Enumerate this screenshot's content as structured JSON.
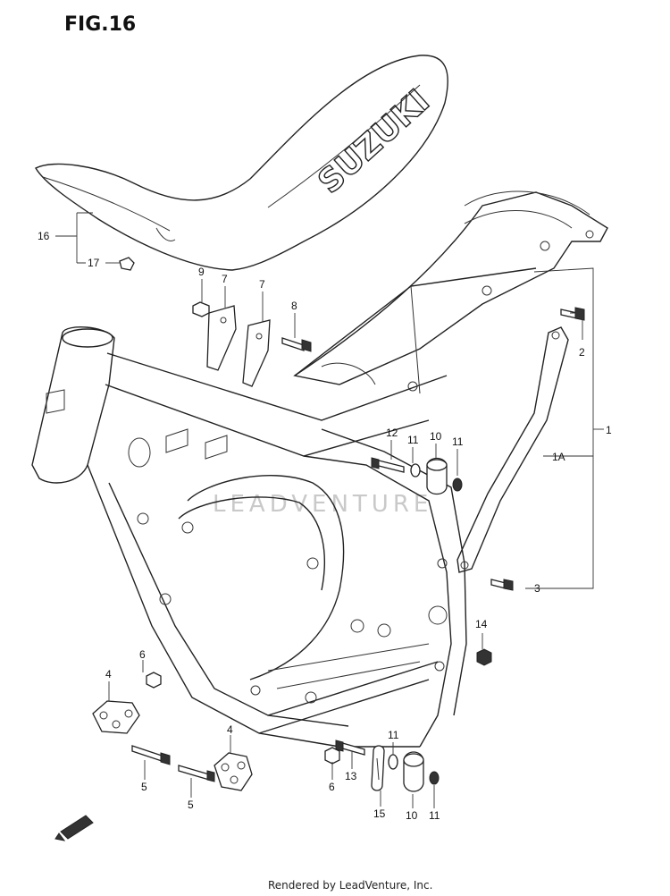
{
  "figure": {
    "title": "FIG.16"
  },
  "watermark": "LEADVENTURE",
  "seat_logo": "SUZUKI",
  "footer": "Rendered by LeadVenture, Inc.",
  "callouts": {
    "c1": "1",
    "c1a": "1A",
    "c2": "2",
    "c3": "3",
    "c4a": "4",
    "c4b": "4",
    "c5a": "5",
    "c5b": "5",
    "c6a": "6",
    "c6b": "6",
    "c7a": "7",
    "c7b": "7",
    "c8": "8",
    "c9": "9",
    "c10a": "10",
    "c10b": "10",
    "c11a": "11",
    "c11b": "11",
    "c11c": "11",
    "c11d": "11",
    "c12": "12",
    "c13": "13",
    "c14": "14",
    "c15": "15",
    "c16": "16",
    "c17": "17"
  }
}
